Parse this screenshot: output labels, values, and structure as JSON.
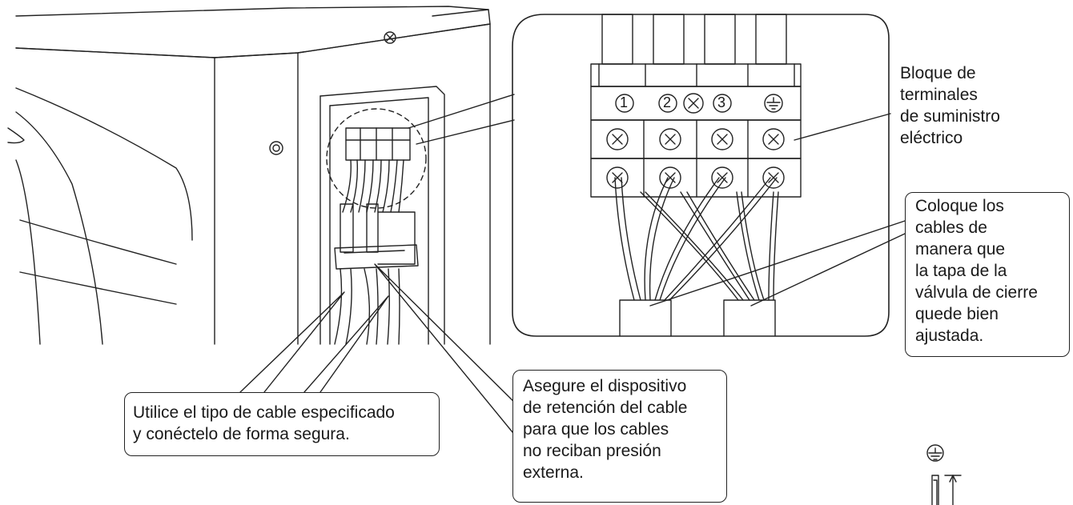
{
  "terminal_block": {
    "labels": [
      "1",
      "2",
      "3"
    ],
    "label_lines": [
      "Bloque de",
      "terminales",
      "de suministro",
      "eléctrico"
    ]
  },
  "callouts": {
    "cable_arrangement": [
      "Coloque los",
      "cables de",
      "manera que",
      "la tapa de la",
      "válvula de cierre",
      "quede bien",
      "ajustada."
    ],
    "cable_type": [
      "Utilice el tipo de cable especificado",
      "y conéctelo de forma segura."
    ],
    "retention": [
      "Asegure el dispositivo",
      "de retención del cable",
      "para que los cables",
      "no reciban presión",
      "externa."
    ]
  },
  "colors": {
    "line": "#222222",
    "panel": "#ffffff",
    "bg": "#ffffff"
  }
}
